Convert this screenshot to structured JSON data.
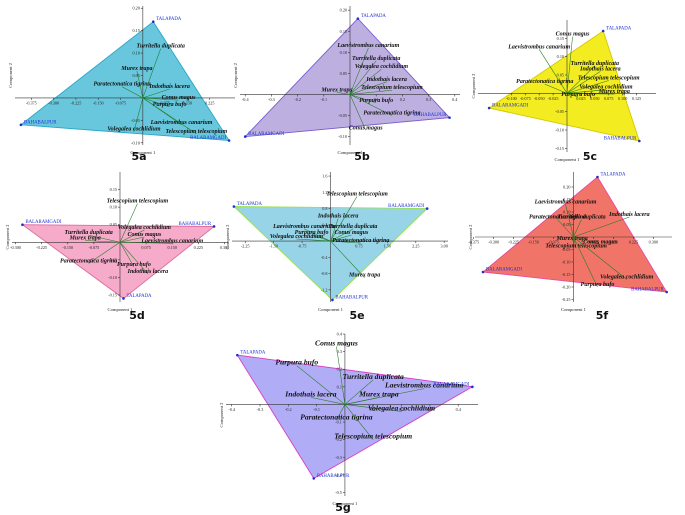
{
  "chart_data": [
    {
      "type": "scatter",
      "panel_label": "5a",
      "xlabel": "Component 1",
      "ylabel": "Component 2",
      "xlim": [
        -0.43,
        0.31
      ],
      "ylim": [
        -0.105,
        0.205
      ],
      "xticks": [
        "-0.375",
        "-0.300",
        "-0.225",
        "-0.150",
        "-0.075",
        "0.075",
        "0.150",
        "0.225"
      ],
      "yticks": [
        "0.20",
        "0.15",
        "0.10",
        "0.05",
        "-0.05",
        "-0.10"
      ],
      "hull_color": "#5bc2da",
      "hull_stroke": "#29a7c7",
      "sites": [
        {
          "name": "TALAPADA",
          "x": 0.035,
          "y": 0.17
        },
        {
          "name": "BAHABALPUR",
          "x": -0.41,
          "y": -0.06
        },
        {
          "name": "BALARAMGADI",
          "x": 0.29,
          "y": -0.095
        }
      ],
      "species": [
        {
          "name": "Turritella duplicata",
          "x": 0.06,
          "y": 0.11
        },
        {
          "name": "Murex trapa",
          "x": -0.02,
          "y": 0.06
        },
        {
          "name": "Paratectonatica tigrina",
          "x": -0.07,
          "y": 0.025
        },
        {
          "name": "Indothais lacera",
          "x": 0.09,
          "y": 0.02
        },
        {
          "name": "Conus magus",
          "x": 0.12,
          "y": -0.005
        },
        {
          "name": "Purpura bufo",
          "x": 0.09,
          "y": -0.02
        },
        {
          "name": "Laevistrombus canarium",
          "x": 0.13,
          "y": -0.06
        },
        {
          "name": "Volegalea cochlidium",
          "x": -0.03,
          "y": -0.075
        },
        {
          "name": "Telescopium telescopium",
          "x": 0.18,
          "y": -0.08
        }
      ]
    },
    {
      "type": "scatter",
      "panel_label": "5b",
      "xlabel": "Component 1",
      "ylabel": "Component 2",
      "xlim": [
        -0.42,
        0.42
      ],
      "ylim": [
        -0.12,
        0.21
      ],
      "xticks": [
        "-0.4",
        "-0.3",
        "-0.2",
        "-0.1",
        "0.1",
        "0.2",
        "0.3",
        "0.4"
      ],
      "yticks": [
        "0.20",
        "0.15",
        "0.10",
        "0.05",
        "-0.05",
        "-0.10"
      ],
      "hull_color": "#b7a9de",
      "hull_stroke": "#7b5bd0",
      "sites": [
        {
          "name": "TALAPADA",
          "x": 0.03,
          "y": 0.18
        },
        {
          "name": "BALARAMGADI",
          "x": -0.4,
          "y": -0.1
        },
        {
          "name": "BAHABALPUR",
          "x": 0.38,
          "y": -0.055
        }
      ],
      "species": [
        {
          "name": "Laevistrombus canarium",
          "x": 0.07,
          "y": 0.11
        },
        {
          "name": "Turritella duplicata",
          "x": 0.1,
          "y": 0.08
        },
        {
          "name": "Volegalea cochlidium",
          "x": 0.12,
          "y": 0.06
        },
        {
          "name": "Indothais lacera",
          "x": 0.14,
          "y": 0.03
        },
        {
          "name": "Telescopium telescopium",
          "x": 0.16,
          "y": 0.01
        },
        {
          "name": "Murex trapa",
          "x": -0.05,
          "y": 0.005
        },
        {
          "name": "Purpura bufo",
          "x": 0.1,
          "y": -0.02
        },
        {
          "name": "Paratectonatica tigrina",
          "x": 0.16,
          "y": -0.05
        },
        {
          "name": "Conus magus",
          "x": 0.06,
          "y": -0.085
        }
      ]
    },
    {
      "type": "scatter",
      "panel_label": "5c",
      "xlabel": "Component 1",
      "ylabel": "Component 2",
      "xlim": [
        -0.16,
        0.16
      ],
      "ylim": [
        -0.16,
        0.2
      ],
      "xticks": [
        "-0.100",
        "-0.075",
        "-0.050",
        "-0.025",
        "0.025",
        "0.050",
        "0.075",
        "0.100",
        "0.125"
      ],
      "yticks": [
        "0.15",
        "0.10",
        "0.05",
        "-0.05",
        "-0.10",
        "-0.15"
      ],
      "hull_color": "#f2ea0e",
      "hull_stroke": "#d4c800",
      "sites": [
        {
          "name": "TALAPADA",
          "x": 0.065,
          "y": 0.17
        },
        {
          "name": "BALARAMGADI",
          "x": -0.14,
          "y": -0.04
        },
        {
          "name": "BAHABALPUR",
          "x": 0.13,
          "y": -0.13
        }
      ],
      "species": [
        {
          "name": "Laevistrombus canarium",
          "x": -0.05,
          "y": 0.12
        },
        {
          "name": "Conus magus",
          "x": 0.01,
          "y": 0.155
        },
        {
          "name": "Turritella duplicata",
          "x": 0.05,
          "y": 0.075
        },
        {
          "name": "Indothais lacera",
          "x": 0.06,
          "y": 0.06
        },
        {
          "name": "Telescopium telescopium",
          "x": 0.075,
          "y": 0.035
        },
        {
          "name": "Paratectonatica tigrina",
          "x": -0.04,
          "y": 0.025
        },
        {
          "name": "Volegalea cochlidium",
          "x": 0.07,
          "y": 0.01
        },
        {
          "name": "Murex trapa",
          "x": 0.085,
          "y": -0.002
        },
        {
          "name": "Purpura bufo",
          "x": 0.02,
          "y": -0.01
        }
      ]
    },
    {
      "type": "scatter",
      "panel_label": "5d",
      "xlabel": "Component 1",
      "ylabel": "Component 2",
      "xlim": [
        -0.31,
        0.31
      ],
      "ylim": [
        -0.17,
        0.2
      ],
      "xticks": [
        "-0.300",
        "-0.225",
        "-0.150",
        "-0.075",
        "0.075",
        "0.150",
        "0.225",
        "0.300"
      ],
      "yticks": [
        "0.15",
        "0.10",
        "0.05",
        "-0.05",
        "-0.10",
        "-0.15"
      ],
      "hull_color": "#f4a4c4",
      "hull_stroke": "#e06b9c",
      "sites": [
        {
          "name": "BALARAMGADI",
          "x": -0.28,
          "y": 0.05
        },
        {
          "name": "BAHABALPUR",
          "x": 0.27,
          "y": 0.045
        },
        {
          "name": "TALAPADA",
          "x": 0.01,
          "y": -0.16
        }
      ],
      "species": [
        {
          "name": "Telescopium telescopium",
          "x": 0.05,
          "y": 0.11
        },
        {
          "name": "Volegalea cochlidium",
          "x": 0.07,
          "y": 0.035
        },
        {
          "name": "Turritella duplicata",
          "x": -0.09,
          "y": 0.02
        },
        {
          "name": "Murex trapa",
          "x": -0.1,
          "y": 0.005
        },
        {
          "name": "Conus magus",
          "x": 0.07,
          "y": 0.015
        },
        {
          "name": "Laevistrombus canarium",
          "x": 0.15,
          "y": -0.003
        },
        {
          "name": "Paratectonatica tigrina",
          "x": -0.09,
          "y": -0.06
        },
        {
          "name": "Purpura bufo",
          "x": 0.04,
          "y": -0.07
        },
        {
          "name": "Indothais lacera",
          "x": 0.08,
          "y": -0.09
        }
      ]
    },
    {
      "type": "scatter",
      "panel_label": "5e",
      "xlabel": "Component 1",
      "ylabel": "Component 2",
      "xlim": [
        -2.6,
        3.1
      ],
      "ylim": [
        -1.5,
        1.7
      ],
      "xticks": [
        "-2.25",
        "-1.50",
        "-0.75",
        "0.75",
        "1.50",
        "2.25",
        "3.00"
      ],
      "yticks": [
        "1.6",
        "1.2",
        "0.8",
        "0.4",
        "-0.4",
        "-0.8",
        "-1.2"
      ],
      "hull_color": "#8fd0e5",
      "hull_stroke": "#9be04d",
      "sites": [
        {
          "name": "TALAPADA",
          "x": -2.55,
          "y": 0.85
        },
        {
          "name": "BALARAMGADI",
          "x": 2.55,
          "y": 0.8
        },
        {
          "name": "BAHABALPUR",
          "x": 0.05,
          "y": -1.45
        }
      ],
      "species": [
        {
          "name": "Telescopium telescopium",
          "x": 0.7,
          "y": 1.1
        },
        {
          "name": "Indothais lacera",
          "x": 0.2,
          "y": 0.55
        },
        {
          "name": "Laevistrombus canarium",
          "x": -0.7,
          "y": 0.3
        },
        {
          "name": "Turritella duplicata",
          "x": 0.6,
          "y": 0.3
        },
        {
          "name": "Purpura bufo",
          "x": -0.5,
          "y": 0.15
        },
        {
          "name": "Conus magus",
          "x": 0.55,
          "y": 0.15
        },
        {
          "name": "Volegalea cochlidium",
          "x": -0.9,
          "y": 0.05
        },
        {
          "name": "Paratectonatica tigrina",
          "x": 0.8,
          "y": -0.05
        },
        {
          "name": "Murex trapa",
          "x": 0.9,
          "y": -0.9
        }
      ]
    },
    {
      "type": "scatter",
      "panel_label": "5f",
      "xlabel": "Component 1",
      "ylabel": "Component 2",
      "xlim": [
        -0.37,
        0.37
      ],
      "ylim": [
        -0.26,
        0.26
      ],
      "xticks": [
        "-0.375",
        "-0.300",
        "-0.225",
        "-0.150",
        "-0.075",
        "0.075",
        "0.150",
        "0.225",
        "0.300"
      ],
      "yticks": [
        "0.20",
        "0.15",
        "0.10",
        "0.05",
        "-0.05",
        "-0.10",
        "-0.15",
        "-0.20",
        "-0.25"
      ],
      "hull_color": "#f0685c",
      "hull_stroke": "#e9499e",
      "sites": [
        {
          "name": "TALAPADA",
          "x": 0.09,
          "y": 0.24
        },
        {
          "name": "BALARAMGADI",
          "x": -0.34,
          "y": -0.14
        },
        {
          "name": "BAHABALPUR",
          "x": 0.35,
          "y": -0.22
        }
      ],
      "species": [
        {
          "name": "Laevistrombus canarium",
          "x": -0.03,
          "y": 0.13
        },
        {
          "name": "Paratectonatica tigrina",
          "x": -0.06,
          "y": 0.07
        },
        {
          "name": "Turritella duplicata",
          "x": 0.03,
          "y": 0.07
        },
        {
          "name": "Indothais lacera",
          "x": 0.21,
          "y": 0.08
        },
        {
          "name": "Murex trapa",
          "x": -0.005,
          "y": -0.015
        },
        {
          "name": "Conus magus",
          "x": 0.1,
          "y": -0.03
        },
        {
          "name": "Telescopium telescopium",
          "x": 0.01,
          "y": -0.045
        },
        {
          "name": "Volegalea cochlidium",
          "x": 0.2,
          "y": -0.17
        },
        {
          "name": "Purpura bufo",
          "x": 0.09,
          "y": -0.2
        }
      ]
    },
    {
      "type": "scatter",
      "panel_label": "5g",
      "xlabel": "Component 1",
      "ylabel": "Component 2",
      "xlim": [
        -0.42,
        0.47
      ],
      "ylim": [
        -0.52,
        0.4
      ],
      "xticks": [
        "-0.4",
        "-0.3",
        "-0.2",
        "-0.1",
        "0.1",
        "0.2",
        "0.3",
        "0.4"
      ],
      "yticks": [
        "0.4",
        "0.3",
        "0.2",
        "0.1",
        "-0.1",
        "-0.2",
        "-0.3",
        "-0.4",
        "-0.5"
      ],
      "hull_color": "#aaa5f5",
      "hull_stroke": "#d640c8",
      "sites": [
        {
          "name": "TALAPADA",
          "x": -0.38,
          "y": 0.28
        },
        {
          "name": "BALARAMGADI",
          "x": 0.45,
          "y": 0.1
        },
        {
          "name": "BAHABALPUR",
          "x": -0.11,
          "y": -0.42
        }
      ],
      "species": [
        {
          "name": "Conus magus",
          "x": -0.03,
          "y": 0.33
        },
        {
          "name": "Purpura bufo",
          "x": -0.17,
          "y": 0.22
        },
        {
          "name": "Turritella duplicata",
          "x": 0.1,
          "y": 0.14
        },
        {
          "name": "Laevistrombus canarium",
          "x": 0.28,
          "y": 0.09
        },
        {
          "name": "Indothais lacera",
          "x": -0.12,
          "y": 0.04
        },
        {
          "name": "Murex trapa",
          "x": 0.12,
          "y": 0.04
        },
        {
          "name": "Volegalea cochlidium",
          "x": 0.2,
          "y": -0.04
        },
        {
          "name": "Paratectonatica tigrina",
          "x": -0.03,
          "y": -0.09
        },
        {
          "name": "Telescopium telescopium",
          "x": 0.1,
          "y": -0.2
        }
      ]
    }
  ]
}
